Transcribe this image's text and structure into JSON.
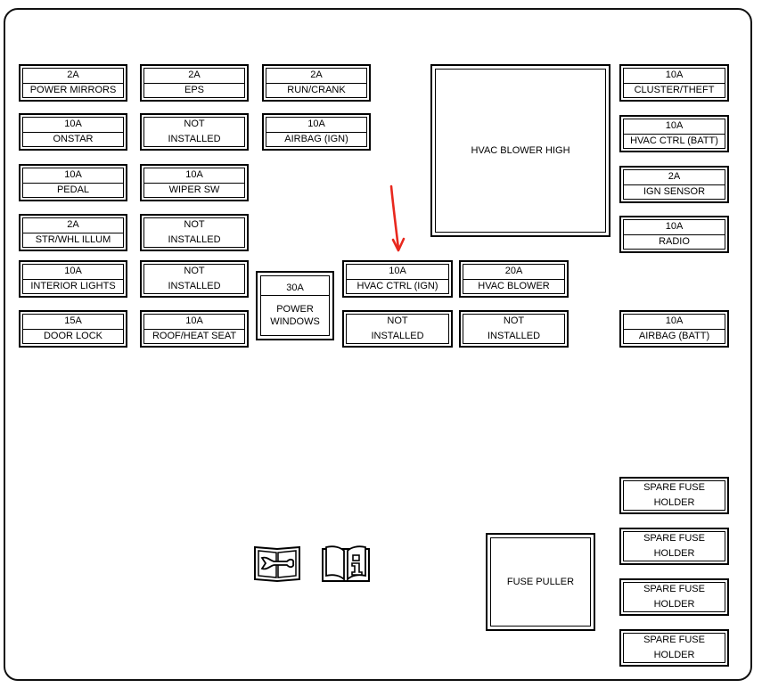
{
  "fuses": [
    {
      "amp": "2A",
      "label": "POWER MIRRORS"
    },
    {
      "amp": "2A",
      "label": "EPS"
    },
    {
      "amp": "2A",
      "label": "RUN/CRANK"
    },
    {
      "amp": "10A",
      "label": "CLUSTER/THEFT"
    },
    {
      "amp": "10A",
      "label": "ONSTAR"
    },
    {
      "amp": "10A",
      "label": "AIRBAG (IGN)"
    },
    {
      "amp": "10A",
      "label": "HVAC CTRL (BATT)"
    },
    {
      "amp": "10A",
      "label": "PEDAL"
    },
    {
      "amp": "10A",
      "label": "WIPER SW"
    },
    {
      "amp": "2A",
      "label": "IGN SENSOR"
    },
    {
      "amp": "2A",
      "label": "STR/WHL ILLUM"
    },
    {
      "amp": "10A",
      "label": "RADIO"
    },
    {
      "amp": "10A",
      "label": "INTERIOR LIGHTS"
    },
    {
      "amp": "10A",
      "label": "HVAC CTRL (IGN)"
    },
    {
      "amp": "20A",
      "label": "HVAC BLOWER"
    },
    {
      "amp": "15A",
      "label": "DOOR LOCK"
    },
    {
      "amp": "10A",
      "label": "ROOF/HEAT SEAT"
    },
    {
      "amp": "10A",
      "label": "AIRBAG (BATT)"
    }
  ],
  "not_installed": [
    "NOT\nINSTALLED",
    "NOT\nINSTALLED",
    "NOT\nINSTALLED",
    "NOT\nINSTALLED",
    "NOT\nINSTALLED"
  ],
  "power_windows": {
    "amp": "30A",
    "label": "POWER\nWINDOWS"
  },
  "hvac_blower_high": "HVAC BLOWER HIGH",
  "fuse_puller": "FUSE PULLER",
  "spares": [
    "SPARE FUSE\nHOLDER",
    "SPARE FUSE\nHOLDER",
    "SPARE FUSE\nHOLDER",
    "SPARE FUSE\nHOLDER"
  ],
  "icons": [
    "service-manual-icon",
    "owners-manual-info-icon"
  ],
  "annotation_arrow_color": "#e8281e"
}
